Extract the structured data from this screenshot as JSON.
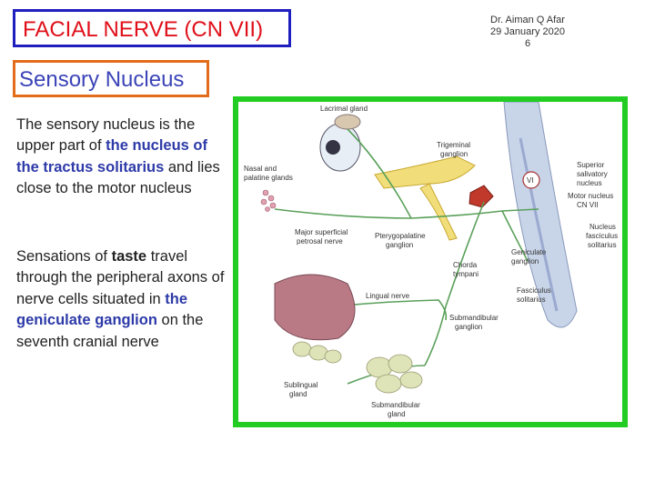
{
  "slide": {
    "title": "FACIAL NERVE (CN VII)",
    "author": {
      "name": "Dr. Aiman Q Afar",
      "date": "29 January 2020",
      "page": "6"
    },
    "subtitle": "Sensory Nucleus",
    "paragraph1": {
      "t1": "The sensory nucleus is the upper part of ",
      "h1": "the nucleus of the tractus solitarius",
      "t2": " and lies close to the motor nucleus"
    },
    "paragraph2": {
      "t1": "Sensations of ",
      "h1": "taste",
      "t2": " travel through the peripheral axons of nerve cells situated in ",
      "h2": "the geniculate ganglion",
      "t3": " on the seventh cranial nerve"
    },
    "colors": {
      "title": "#e0101a",
      "title_border": "#1f1fbf",
      "subtitle": "#3b44b8",
      "subtitle_border": "#e36c1a",
      "highlight": "#2d3aa8",
      "figure_border": "#22cc22"
    }
  },
  "figure": {
    "labels": {
      "lacrimal": "Lacrimal gland",
      "nasal1": "Nasal and",
      "nasal2": "palatine glands",
      "trigeminal1": "Trigeminal",
      "trigeminal2": "ganglion",
      "vi": "VI",
      "sup1": "Superior",
      "sup2": "salivatory",
      "sup3": "nucleus",
      "motor1": "Motor nucleus",
      "motor2": "CN VII",
      "nuc1": "Nucleus",
      "nuc2": "fasciculus",
      "nuc3": "solitarius",
      "majsup1": "Major superficial",
      "majsup2": "petrosal nerve",
      "ptery1": "Pterygopalatine",
      "ptery2": "ganglion",
      "genic1": "Geniculate",
      "genic2": "ganglion",
      "chorda1": "Chorda",
      "chorda2": "tympani",
      "fasc1": "Fasciculus",
      "fasc2": "solitarius",
      "lingual": "Lingual nerve",
      "subg1": "Submandibular",
      "subg2": "ganglion",
      "subl1": "Sublingual",
      "subl2": "gland",
      "subm1": "Submandibular",
      "subm2": "gland"
    }
  }
}
